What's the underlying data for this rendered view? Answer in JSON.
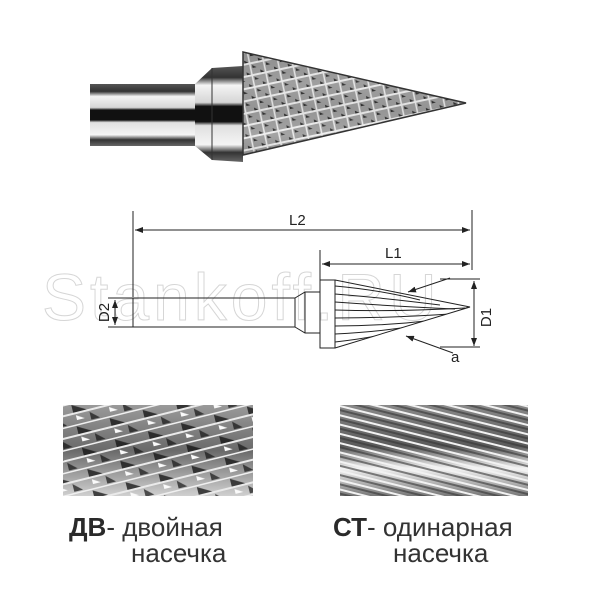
{
  "photo": {
    "subject": "cone-shaped carbide burr with double cut, on shank"
  },
  "watermark": {
    "text": "Stankoff.RU"
  },
  "drawing": {
    "labels": {
      "overall_length": "L2",
      "cutting_length": "L1",
      "cutting_diameter": "D1",
      "shank_diameter": "D2",
      "angle": "a"
    }
  },
  "cut_types": [
    {
      "code": "ДВ",
      "separator": "-",
      "name_line1": "двойная",
      "name_line2": "насечка",
      "pattern": "double-cut"
    },
    {
      "code": "СТ",
      "separator": "-",
      "name_line1": "одинарная",
      "name_line2": "насечка",
      "pattern": "single-cut"
    }
  ],
  "colors": {
    "line": "#222222",
    "text": "#333333",
    "metal_dark": "#2a2a2a",
    "metal_light": "#e8e8e8",
    "watermark": "#d8d8d8"
  }
}
